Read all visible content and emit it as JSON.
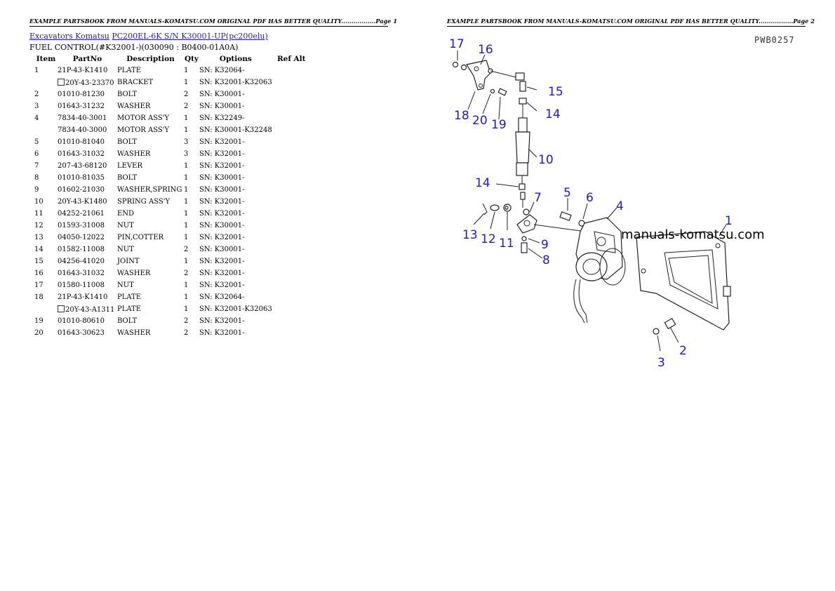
{
  "header": {
    "page1": "EXAMPLE PARTSBOOK FROM MANUALS-KOMATSU.COM ORIGINAL PDF HAS BETTER QUALITY.................Page 1",
    "page2": "EXAMPLE PARTSBOOK FROM MANUALS-KOMATSU.COM ORIGINAL PDF HAS BETTER QUALITY.................Page 2"
  },
  "breadcrumb": {
    "link1": "Excavators Komatsu",
    "link2": "PC200EL-6K S/N K30001-UP(pc200elu)"
  },
  "subtitle": "FUEL CONTROL(#K32001-)(030090 : B0400-01A0A)",
  "table": {
    "columns": [
      "Item",
      "PartNo",
      "Description",
      "Qty",
      "Options",
      "Ref Alt"
    ],
    "rows": [
      {
        "item": "1",
        "partno": "21P-43-K1410",
        "box": false,
        "desc": "PLATE",
        "qty": "1",
        "options": "SN: K32064-"
      },
      {
        "item": "",
        "partno": "20Y-43-23370",
        "box": true,
        "desc": "BRACKET",
        "qty": "1",
        "options": "SN: K32001-K32063"
      },
      {
        "item": "2",
        "partno": "01010-81230",
        "box": false,
        "desc": "BOLT",
        "qty": "2",
        "options": "SN: K30001-"
      },
      {
        "item": "3",
        "partno": "01643-31232",
        "box": false,
        "desc": "WASHER",
        "qty": "2",
        "options": "SN: K30001-"
      },
      {
        "item": "4",
        "partno": "7834-40-3001",
        "box": false,
        "desc": "MOTOR ASS'Y",
        "qty": "1",
        "options": "SN: K32249-"
      },
      {
        "item": "",
        "partno": "7834-40-3000",
        "box": false,
        "desc": "MOTOR ASS'Y",
        "qty": "1",
        "options": "SN: K30001-K32248"
      },
      {
        "item": "5",
        "partno": "01010-81040",
        "box": false,
        "desc": "BOLT",
        "qty": "3",
        "options": "SN: K32001-"
      },
      {
        "item": "6",
        "partno": "01643-31032",
        "box": false,
        "desc": "WASHER",
        "qty": "3",
        "options": "SN: K32001-"
      },
      {
        "item": "7",
        "partno": "207-43-68120",
        "box": false,
        "desc": "LEVER",
        "qty": "1",
        "options": "SN: K32001-"
      },
      {
        "item": "8",
        "partno": "01010-81035",
        "box": false,
        "desc": "BOLT",
        "qty": "1",
        "options": "SN: K30001-"
      },
      {
        "item": "9",
        "partno": "01602-21030",
        "box": false,
        "desc": "WASHER,SPRING",
        "qty": "1",
        "options": "SN: K30001-"
      },
      {
        "item": "10",
        "partno": "20Y-43-K1480",
        "box": false,
        "desc": "SPRING ASS'Y",
        "qty": "1",
        "options": "SN: K32001-"
      },
      {
        "item": "11",
        "partno": "04252-21061",
        "box": false,
        "desc": "END",
        "qty": "1",
        "options": "SN: K32001-"
      },
      {
        "item": "12",
        "partno": "01593-31008",
        "box": false,
        "desc": "NUT",
        "qty": "1",
        "options": "SN: K30001-"
      },
      {
        "item": "13",
        "partno": "04050-12022",
        "box": false,
        "desc": "PIN,COTTER",
        "qty": "1",
        "options": "SN: K32001-"
      },
      {
        "item": "14",
        "partno": "01582-11008",
        "box": false,
        "desc": "NUT",
        "qty": "2",
        "options": "SN: K30001-"
      },
      {
        "item": "15",
        "partno": "04256-41020",
        "box": false,
        "desc": "JOINT",
        "qty": "1",
        "options": "SN: K32001-"
      },
      {
        "item": "16",
        "partno": "01643-31032",
        "box": false,
        "desc": "WASHER",
        "qty": "2",
        "options": "SN: K32001-"
      },
      {
        "item": "17",
        "partno": "01580-11008",
        "box": false,
        "desc": "NUT",
        "qty": "1",
        "options": "SN: K32001-"
      },
      {
        "item": "18",
        "partno": "21P-43-K1410",
        "box": false,
        "desc": "PLATE",
        "qty": "1",
        "options": "SN: K32064-"
      },
      {
        "item": "",
        "partno": "20Y-43-A1311",
        "box": true,
        "desc": "PLATE",
        "qty": "1",
        "options": "SN: K32001-K32063"
      },
      {
        "item": "19",
        "partno": "01010-80610",
        "box": false,
        "desc": "BOLT",
        "qty": "2",
        "options": "SN: K32001-"
      },
      {
        "item": "20",
        "partno": "01643-30623",
        "box": false,
        "desc": "WASHER",
        "qty": "2",
        "options": "SN: K32001-"
      }
    ]
  },
  "diagram": {
    "drawing_code": "PWB0257",
    "watermark": "manuals-komatsu.com",
    "callouts": {
      "c1": "1",
      "c2": "2",
      "c3": "3",
      "c4": "4",
      "c5": "5",
      "c6": "6",
      "c7": "7",
      "c8": "8",
      "c9": "9",
      "c10": "10",
      "c11": "11",
      "c12": "12",
      "c13": "13",
      "c14a": "14",
      "c14b": "14",
      "c15": "15",
      "c16": "16",
      "c17": "17",
      "c18": "18",
      "c19": "19",
      "c20": "20"
    },
    "callout_color": "#1a1ad0"
  }
}
